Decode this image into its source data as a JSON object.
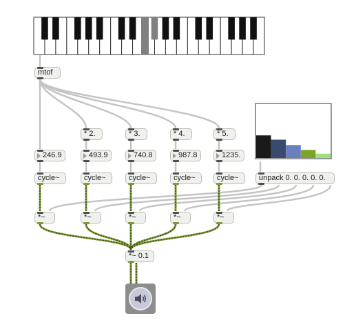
{
  "objects": {
    "mtof": "mtof",
    "mult": [
      "* 2.",
      "* 3.",
      "* 4.",
      "* 5."
    ],
    "numbers": [
      "246.9",
      "493.9",
      "740.8",
      "987.8",
      "1235."
    ],
    "cycles": [
      "cycle~",
      "cycle~",
      "cycle~",
      "cycle~",
      "cycle~"
    ],
    "sigmult": [
      "*~",
      "*~",
      "*~",
      "*~",
      "*~"
    ],
    "unpack": "unpack 0. 0. 0. 0. 0.",
    "gain": "*~ 0.1"
  },
  "keyboard": {
    "highlighted_key_color": "#808080"
  },
  "multislider": {
    "levels": [
      0.42,
      0.34,
      0.24,
      0.15,
      0.08
    ],
    "colors": [
      "#1a1a1a",
      "#3a4a6e",
      "#6a7fc0",
      "#7aa628",
      "#a0e07a"
    ]
  },
  "colors": {
    "patchcord": "#c4c4c4",
    "signalcord": "#7e9b3a",
    "object_bg": "#f0f1ee",
    "object_border": "#b9bfb0"
  },
  "icons": {
    "speaker": "speaker-icon"
  }
}
